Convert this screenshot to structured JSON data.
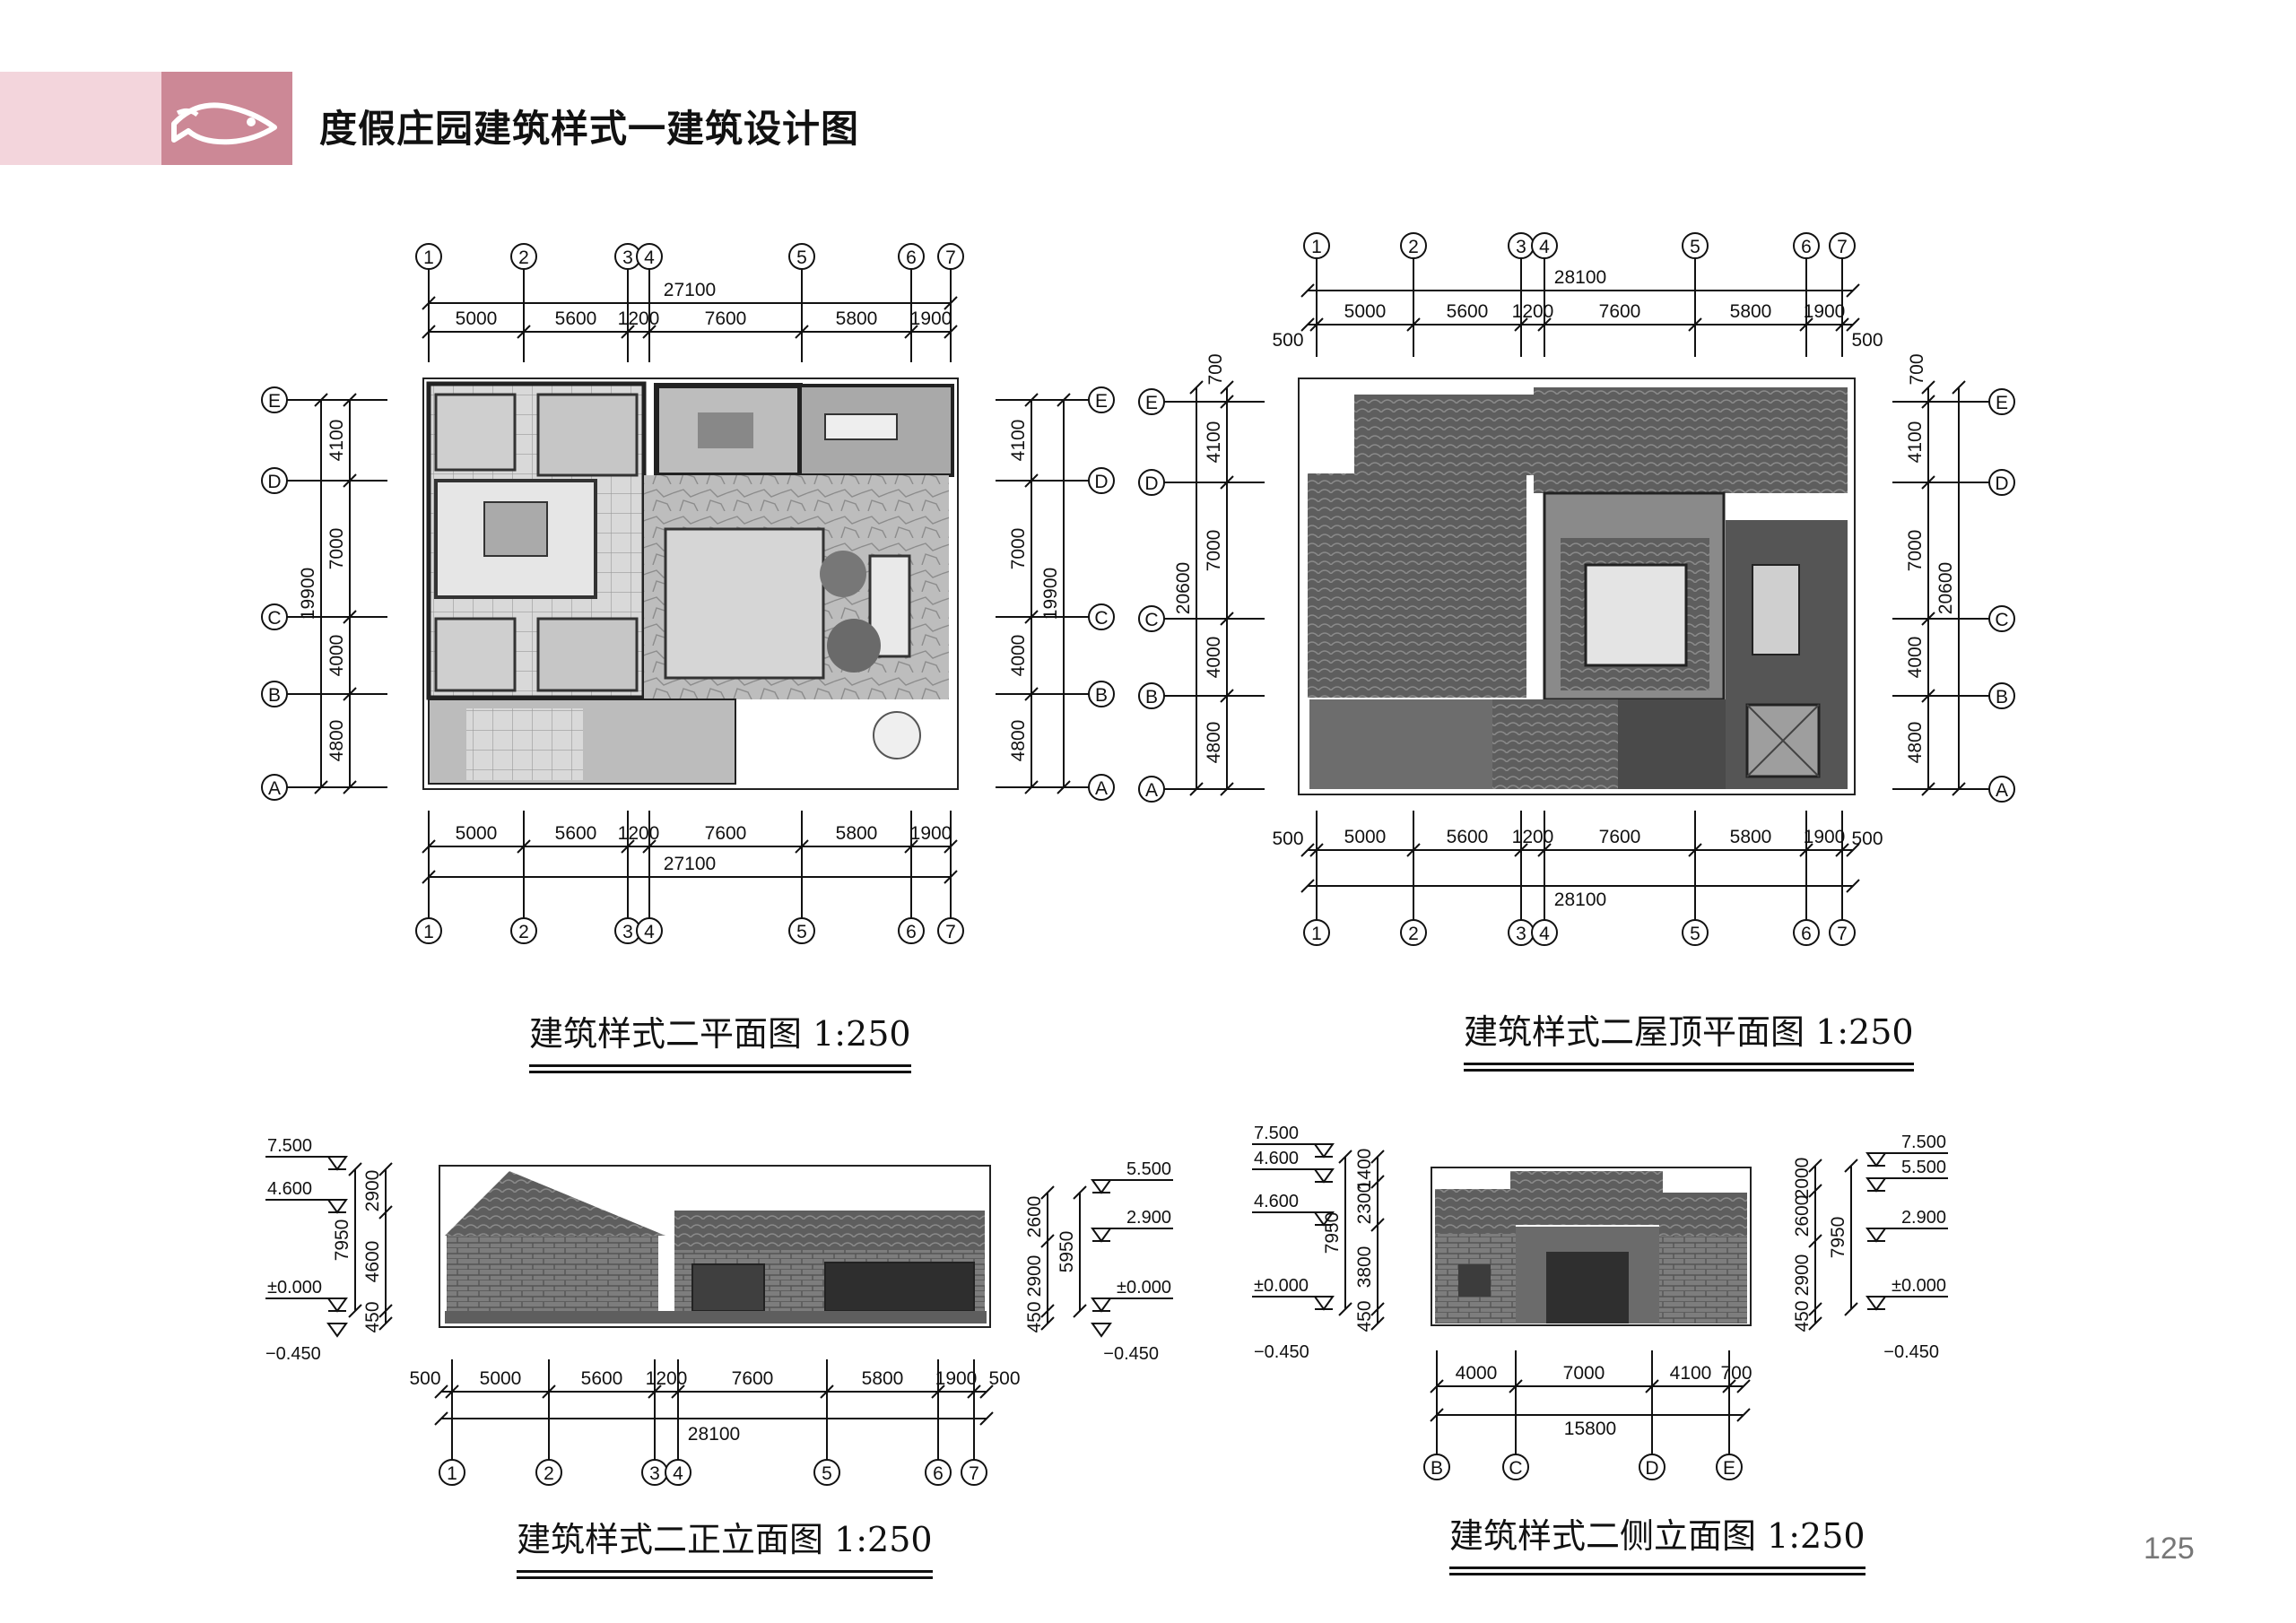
{
  "header": {
    "title": "度假庄园建筑样式一建筑设计图",
    "logo_icon": "fish-icon",
    "colors": {
      "band": "#f3d5dc",
      "logo_bg": "#cc8896"
    }
  },
  "page_number": "125",
  "plan": {
    "caption": "建筑样式二平面图 1:250",
    "col_axes": [
      "1",
      "2",
      "3",
      "4",
      "5",
      "6",
      "7"
    ],
    "row_axes": [
      "E",
      "D",
      "C",
      "B",
      "A"
    ],
    "col_dims": [
      "5000",
      "5600",
      "1200",
      "7600",
      "5800",
      "1900"
    ],
    "total": "27100",
    "row_dims": [
      "4100",
      "7000",
      "4000",
      "4800"
    ],
    "row_total": "19900"
  },
  "roof": {
    "caption": "建筑样式二屋顶平面图 1:250",
    "col_axes": [
      "1",
      "2",
      "3",
      "4",
      "5",
      "6",
      "7"
    ],
    "row_axes": [
      "E",
      "D",
      "C",
      "B",
      "A"
    ],
    "col_dims": [
      "5000",
      "5600",
      "1200",
      "7600",
      "5800",
      "1900"
    ],
    "overhang": "500",
    "total": "28100",
    "row_dims": [
      "4100",
      "7000",
      "4000",
      "4800"
    ],
    "row_overhang": "700",
    "row_total": "20600"
  },
  "front": {
    "caption": "建筑样式二正立面图 1:250",
    "axes": [
      "1",
      "2",
      "3",
      "4",
      "5",
      "6",
      "7"
    ],
    "dims": [
      "5000",
      "5600",
      "1200",
      "7600",
      "5800",
      "1900"
    ],
    "overhang": "500",
    "total": "28100",
    "left_levels": [
      "7.500",
      "4.600",
      "±0.000",
      "−0.450"
    ],
    "left_dims": [
      "2900",
      "4600",
      "450",
      "7950"
    ],
    "right_levels": [
      "5.500",
      "2.900",
      "±0.000",
      "−0.450"
    ],
    "right_dims": [
      "2600",
      "2900",
      "450",
      "5950"
    ]
  },
  "side": {
    "caption": "建筑样式二侧立面图 1:250",
    "axes": [
      "B",
      "C",
      "D",
      "E"
    ],
    "dims": [
      "4000",
      "7000",
      "4100",
      "700"
    ],
    "total": "15800",
    "left_levels": [
      "7.500",
      "4.600",
      "4.600",
      "±0.000",
      "−0.450"
    ],
    "left_dims": [
      "1400",
      "2300",
      "3800",
      "450",
      "7950"
    ],
    "right_levels": [
      "7.500",
      "5.500",
      "2.900",
      "±0.000",
      "−0.450"
    ],
    "right_dims": [
      "2000",
      "2600",
      "2900",
      "450",
      "7950"
    ]
  }
}
